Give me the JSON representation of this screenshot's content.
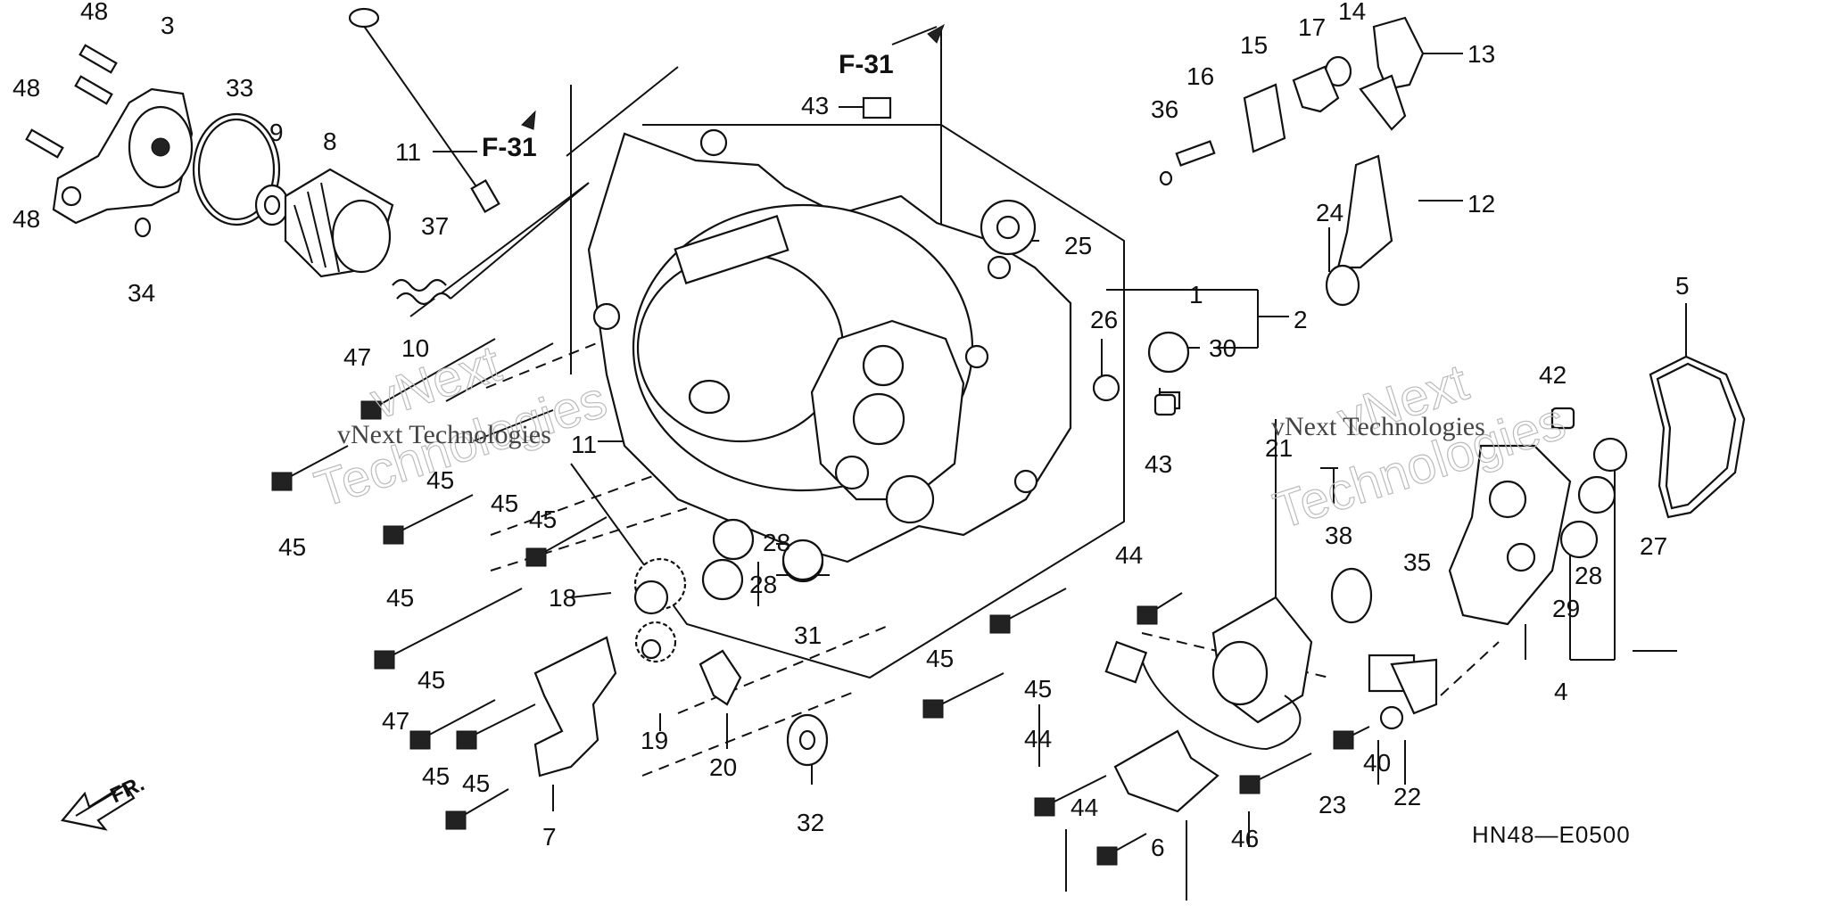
{
  "diagram_code": "HN48—E0500",
  "front_label": "FR.",
  "watermarks": [
    {
      "line1": "vNext",
      "line2": "Technologies",
      "small": "vNext Technologies"
    },
    {
      "line1": "vNext",
      "line2": "Technologies",
      "small": "vNext Technologies"
    }
  ],
  "refs": [
    "F-31",
    "F-31"
  ],
  "part_labels": {
    "p1": "1",
    "p2": "2",
    "p3": "3",
    "p4": "4",
    "p5": "5",
    "p6": "6",
    "p7": "7",
    "p8": "8",
    "p9": "9",
    "p10": "10",
    "p11a": "11",
    "p11b": "11",
    "p12": "12",
    "p13": "13",
    "p14": "14",
    "p15": "15",
    "p16": "16",
    "p17": "17",
    "p18": "18",
    "p19": "19",
    "p20": "20",
    "p21": "21",
    "p22": "22",
    "p23": "23",
    "p24": "24",
    "p25": "25",
    "p26": "26",
    "p27": "27",
    "p28a": "28",
    "p28b": "28",
    "p28c": "28",
    "p29": "29",
    "p30": "30",
    "p31": "31",
    "p32": "32",
    "p33": "33",
    "p34": "34",
    "p35": "35",
    "p36": "36",
    "p37": "37",
    "p38": "38",
    "p40": "40",
    "p42": "42",
    "p43a": "43",
    "p43b": "43",
    "p44a": "44",
    "p44b": "44",
    "p44c": "44",
    "p45a": "45",
    "p45b": "45",
    "p45c": "45",
    "p45d": "45",
    "p45e": "45",
    "p45f": "45",
    "p45g": "45",
    "p45h": "45",
    "p45i": "45",
    "p45j": "45",
    "p46": "46",
    "p47a": "47",
    "p47b": "47",
    "p48a": "48",
    "p48b": "48",
    "p48c": "48"
  }
}
